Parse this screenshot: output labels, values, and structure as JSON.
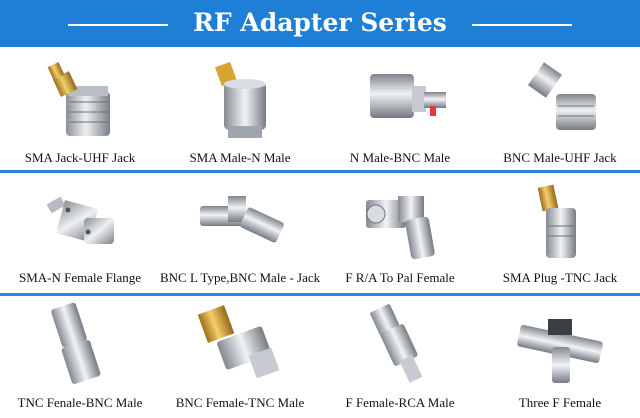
{
  "header": {
    "title": "RF Adapter Series"
  },
  "products": [
    {
      "name": "SMA Jack-UHF Jack",
      "icon": "sma-jack-uhf-jack-adapter-photo"
    },
    {
      "name": "SMA Male-N Male",
      "icon": "sma-male-n-male-adapter-photo"
    },
    {
      "name": "N Male-BNC Male",
      "icon": "n-male-bnc-male-adapter-photo"
    },
    {
      "name": "BNC Male-UHF Jack",
      "icon": "bnc-male-uhf-jack-adapter-photo"
    },
    {
      "name": "SMA-N Female Flange",
      "icon": "sma-n-female-flange-adapter-photo"
    },
    {
      "name": "BNC L Type,BNC Male - Jack",
      "icon": "bnc-l-type-adapter-photo"
    },
    {
      "name": "F R/A To Pal Female",
      "icon": "f-right-angle-pal-female-adapter-photo"
    },
    {
      "name": "SMA Plug -TNC Jack",
      "icon": "sma-plug-tnc-jack-adapter-photo"
    },
    {
      "name": "TNC Fenale-BNC Male",
      "icon": "tnc-female-bnc-male-adapter-photo"
    },
    {
      "name": "BNC Female-TNC Male",
      "icon": "bnc-female-tnc-male-adapter-photo"
    },
    {
      "name": "F Female-RCA Male",
      "icon": "f-female-rca-male-adapter-photo"
    },
    {
      "name": "Three F Female",
      "icon": "three-f-female-tee-adapter-photo"
    }
  ],
  "colors": {
    "banner": "#1f7fd6",
    "divider": "#2f86d8",
    "gold": "#d8a531",
    "silver": "#c7cbd1"
  }
}
